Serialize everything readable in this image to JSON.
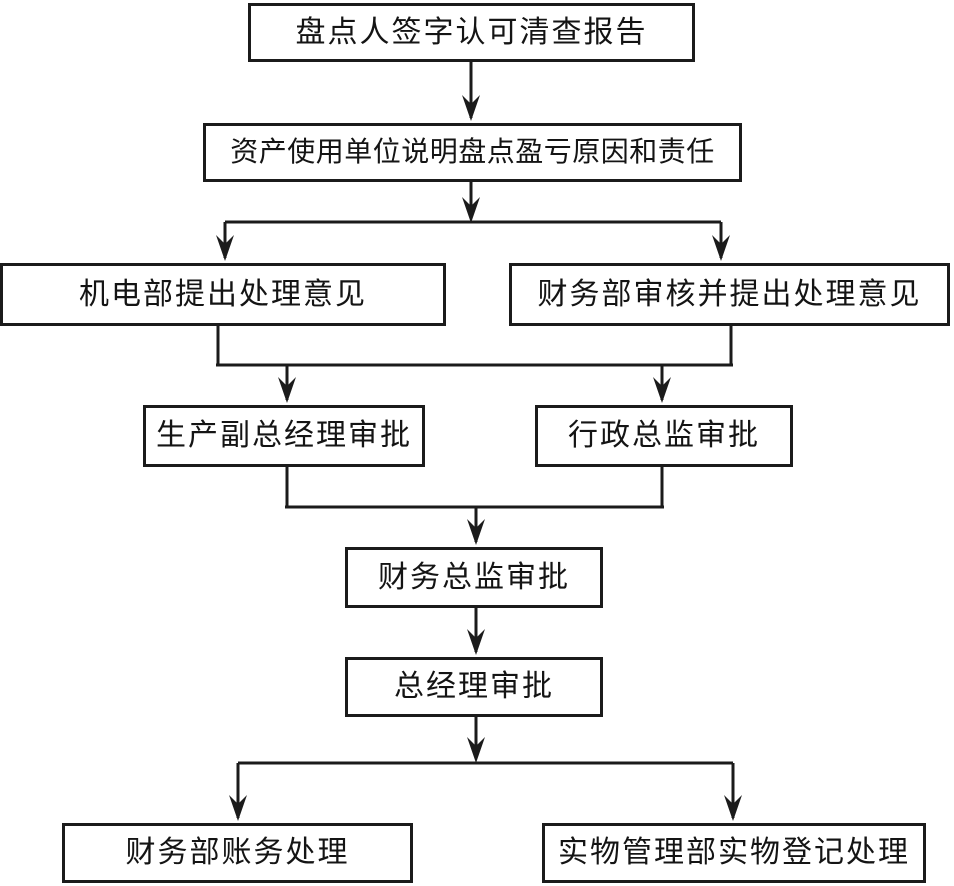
{
  "diagram": {
    "type": "flowchart",
    "colors": {
      "background": "#ffffff",
      "line": "#1b1b1b",
      "text": "#141414"
    },
    "nodes": [
      {
        "id": "sign_report",
        "label": "盘点人签字认可清查报告"
      },
      {
        "id": "explain_reason",
        "label": "资产使用单位说明盘点盈亏原因和责任"
      },
      {
        "id": "mech_dept",
        "label": "机电部提出处理意见"
      },
      {
        "id": "finance_review",
        "label": "财务部审核并提出处理意见"
      },
      {
        "id": "production_vp",
        "label": "生产副总经理审批"
      },
      {
        "id": "admin_director",
        "label": "行政总监审批"
      },
      {
        "id": "finance_director",
        "label": "财务总监审批"
      },
      {
        "id": "general_manager",
        "label": "总经理审批"
      },
      {
        "id": "finance_accounting",
        "label": "财务部账务处理"
      },
      {
        "id": "physical_registration",
        "label": "实物管理部实物登记处理"
      }
    ],
    "edges": [
      {
        "from": "sign_report",
        "to": "explain_reason"
      },
      {
        "from": "explain_reason",
        "to": "mech_dept"
      },
      {
        "from": "explain_reason",
        "to": "finance_review"
      },
      {
        "from": "mech_dept",
        "to": "production_vp"
      },
      {
        "from": "mech_dept",
        "to": "admin_director"
      },
      {
        "from": "finance_review",
        "to": "production_vp"
      },
      {
        "from": "finance_review",
        "to": "admin_director"
      },
      {
        "from": "production_vp",
        "to": "finance_director"
      },
      {
        "from": "admin_director",
        "to": "finance_director"
      },
      {
        "from": "finance_director",
        "to": "general_manager"
      },
      {
        "from": "general_manager",
        "to": "finance_accounting"
      },
      {
        "from": "general_manager",
        "to": "physical_registration"
      }
    ]
  }
}
